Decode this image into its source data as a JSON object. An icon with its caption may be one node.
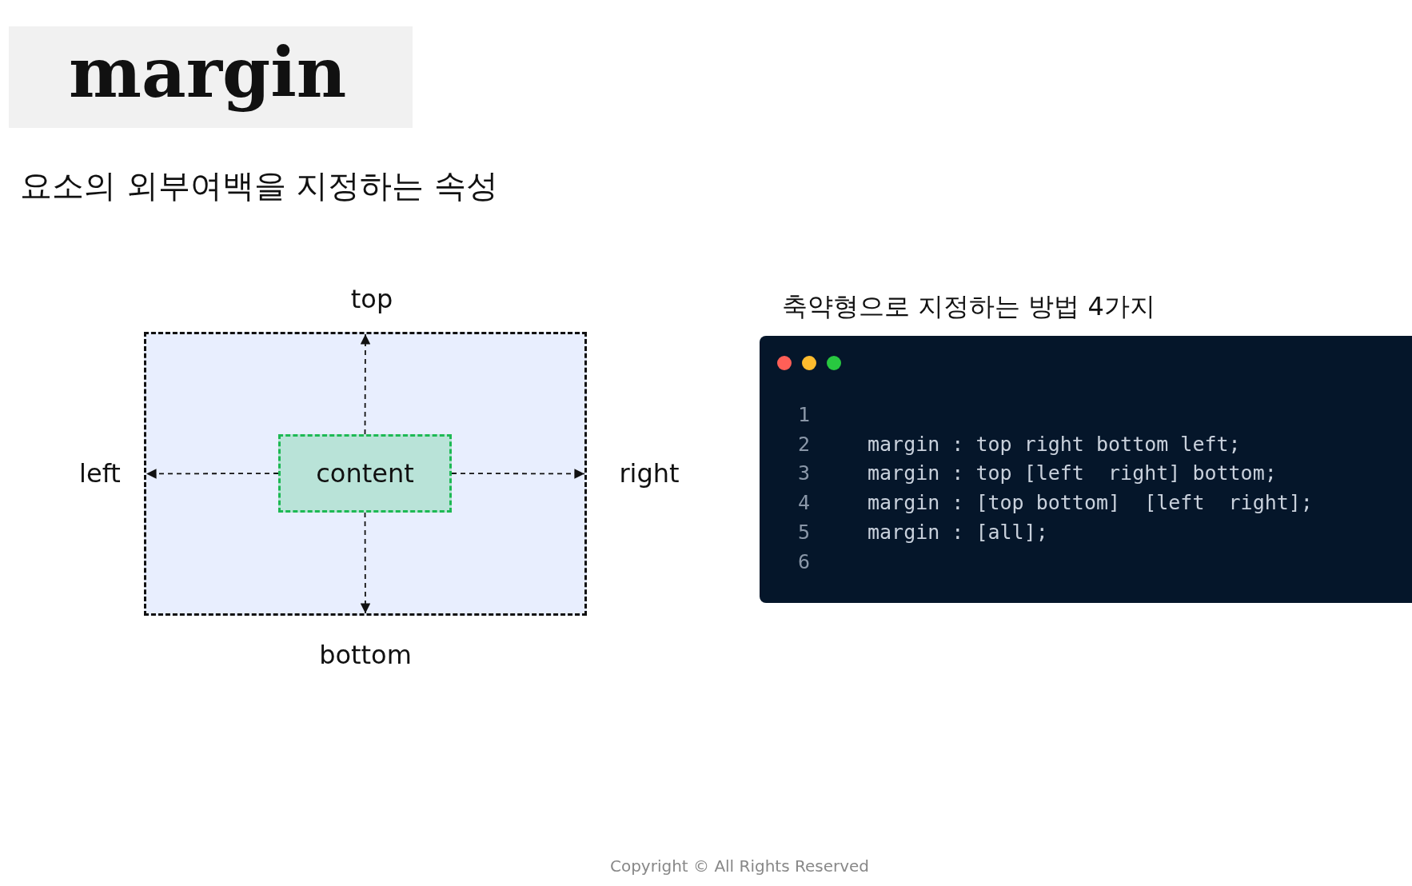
{
  "diagram": {
    "title": "margin",
    "nodes": [
      {
        "text": [],
        "shape": "box"
      },
      {
        "text": [
          "content"
        ],
        "in": 0
      },
      {
        "text": [
          "1",
          "2",
          "margin : top right bottom left;",
          "3",
          "margin : top [left  right] bottom;",
          "4",
          "margin : [top bottom]  [left  right];",
          "5",
          "margin : [all];",
          "6"
        ],
        "beside": [
          "축약형으로 지정하는 방법 4가지"
        ]
      }
    ],
    "edges": [
      {
        "from": 1,
        "to": 0,
        "arrow": "to",
        "style": "dashed"
      },
      {
        "from": 1,
        "to": 0,
        "arrow": "to",
        "style": "dashed"
      },
      {
        "from": 1,
        "to": 0,
        "arrow": "to",
        "style": "dashed"
      },
      {
        "from": 1,
        "to": 0,
        "arrow": "to",
        "style": "dashed"
      }
    ],
    "labels": [
      "요소의 외부여백을 지정하는 속성",
      "top",
      "left",
      "right",
      "bottom",
      "Copyright © All Rights Reserved"
    ]
  }
}
